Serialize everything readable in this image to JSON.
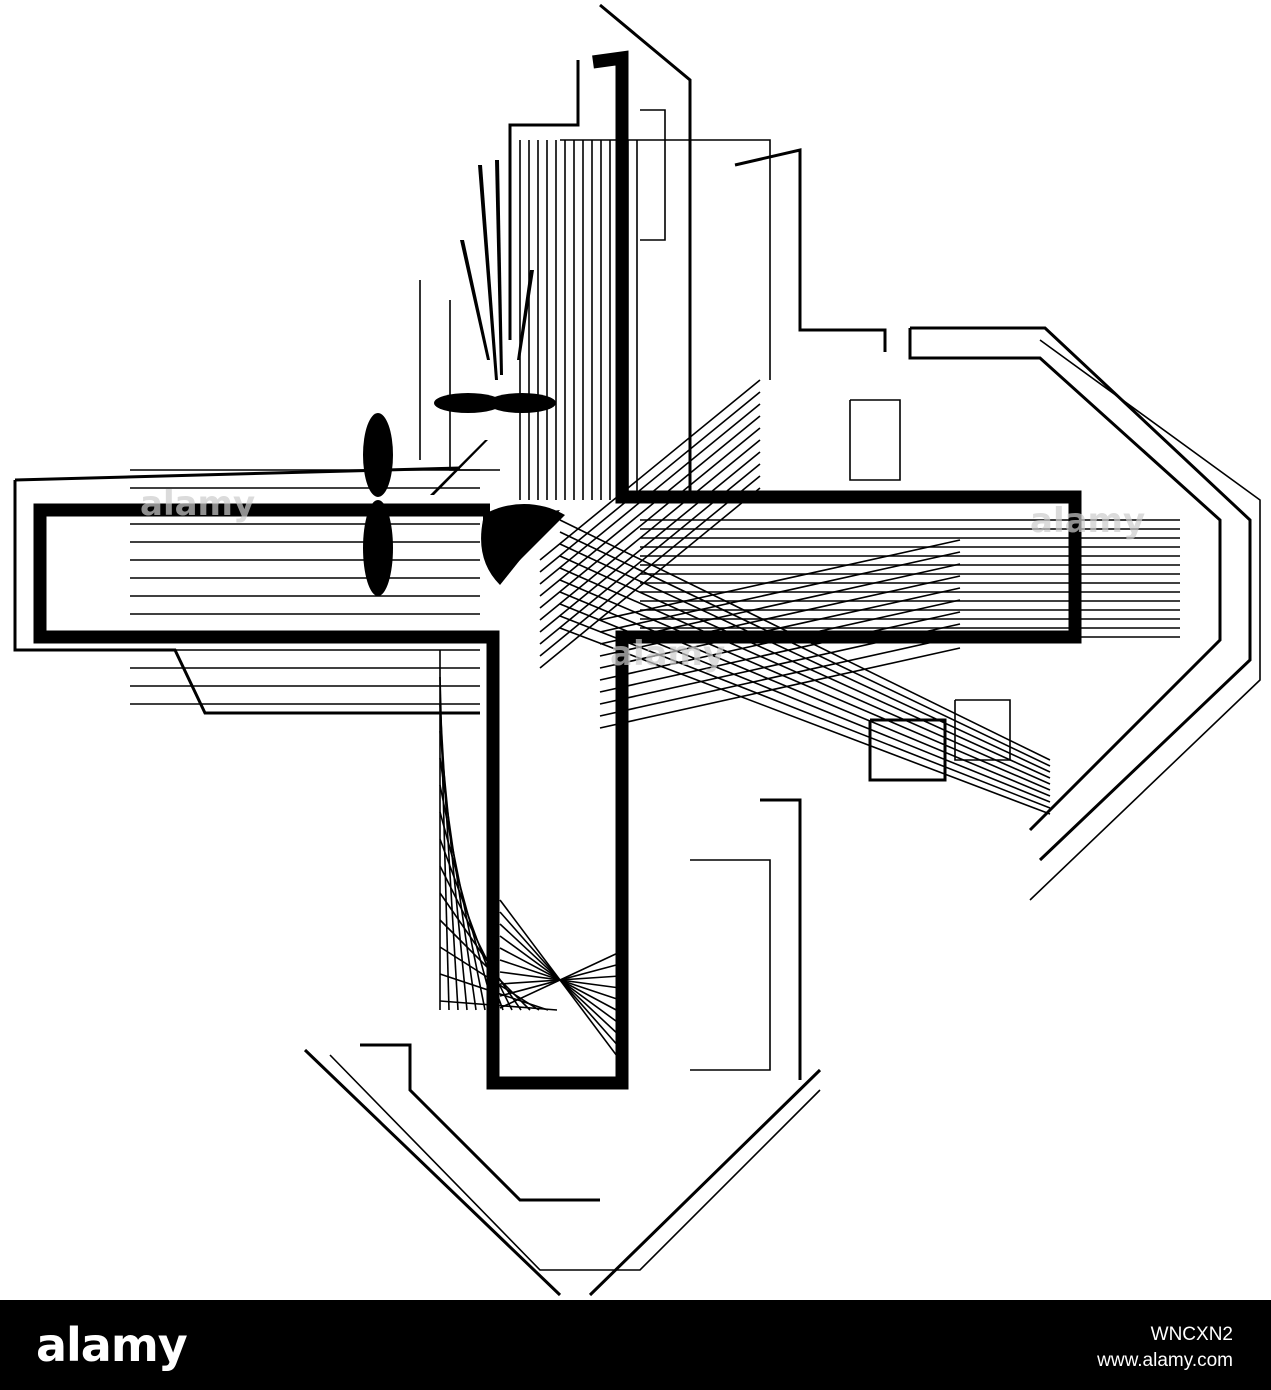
{
  "artwork": {
    "subject": "Abstract circuit-style cross emblem with propeller and quarter-circle motifs",
    "colors": {
      "ink": "#000000",
      "paper": "#ffffff",
      "watermark": "#bbbbbb"
    },
    "watermark_text": "alamy"
  },
  "footer": {
    "brand": "alamy",
    "image_id": "WNCXN2",
    "url": "www.alamy.com",
    "colors": {
      "bar": "#000000",
      "text": "#ffffff"
    }
  }
}
